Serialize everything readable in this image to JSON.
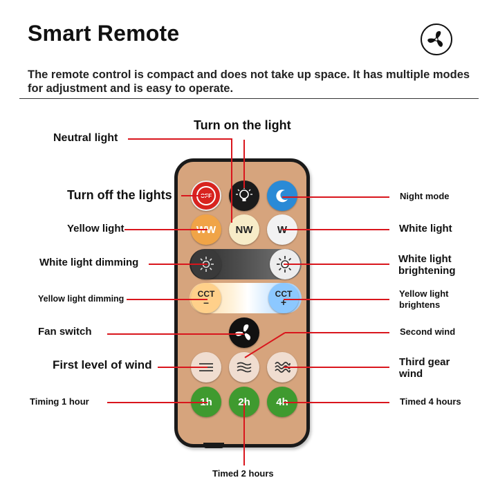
{
  "header": {
    "title": "Smart Remote",
    "description": "The remote control is compact and does not take up space. It has multiple modes for adjustment and is easy to operate.",
    "logo_icon": "fan-icon"
  },
  "remote": {
    "body_color": "#d6a47d",
    "buttons": {
      "off": {
        "text": "OFF",
        "icon": "power-icon",
        "color": "#d8231f"
      },
      "on": {
        "icon": "light-bulb-icon",
        "color": "#1b1b1b"
      },
      "night": {
        "icon": "moon-star-icon",
        "color": "#2a8ad6"
      },
      "ww": {
        "text": "WW",
        "color": "#f0a447"
      },
      "nw": {
        "text": "NW",
        "color": "#f7ecc8"
      },
      "w": {
        "text": "W",
        "color": "#f2f2f2"
      },
      "dim_white": {
        "icon": "dim-sun-icon",
        "color": "#3a3a3a"
      },
      "bright_white": {
        "icon": "bright-sun-icon",
        "color": "#ededed"
      },
      "cct_minus": {
        "line1": "CCT",
        "line2": "–",
        "color": "#ffd08a"
      },
      "cct_plus": {
        "line1": "CCT",
        "line2": "+",
        "color": "#8cc8ff"
      },
      "fan": {
        "icon": "fan-icon",
        "color": "#111111"
      },
      "wind1": {
        "icon": "wind-level-1-icon",
        "color": "#f0ddd0"
      },
      "wind2": {
        "icon": "wind-level-2-icon",
        "color": "#f0ddd0"
      },
      "wind3": {
        "icon": "wind-level-3-icon",
        "color": "#f0ddd0"
      },
      "t1": {
        "text": "1h",
        "color": "#3f9a2f"
      },
      "t2": {
        "text": "2h",
        "color": "#3f9a2f"
      },
      "t4": {
        "text": "4h",
        "color": "#3f9a2f"
      }
    }
  },
  "labels": {
    "turn_on": "Turn on the light",
    "neutral": "Neutral light",
    "turn_off": "Turn off the lights",
    "night": "Night mode",
    "yellow": "Yellow light",
    "white": "White light",
    "white_dimming": "White light dimming",
    "white_bright_1": "White light",
    "white_bright_2": "brightening",
    "yellow_dimming": "Yellow light dimming",
    "yellow_bright_1": "Yellow light",
    "yellow_bright_2": "brightens",
    "fan_switch": "Fan switch",
    "second_wind": "Second wind",
    "first_wind": "First level of wind",
    "third_gear_1": "Third gear",
    "third_gear_2": "wind",
    "timing_1h": "Timing 1 hour",
    "timed_4h": "Timed 4 hours",
    "timed_2h": "Timed 2 hours"
  },
  "colors": {
    "callout": "#d9151c"
  }
}
